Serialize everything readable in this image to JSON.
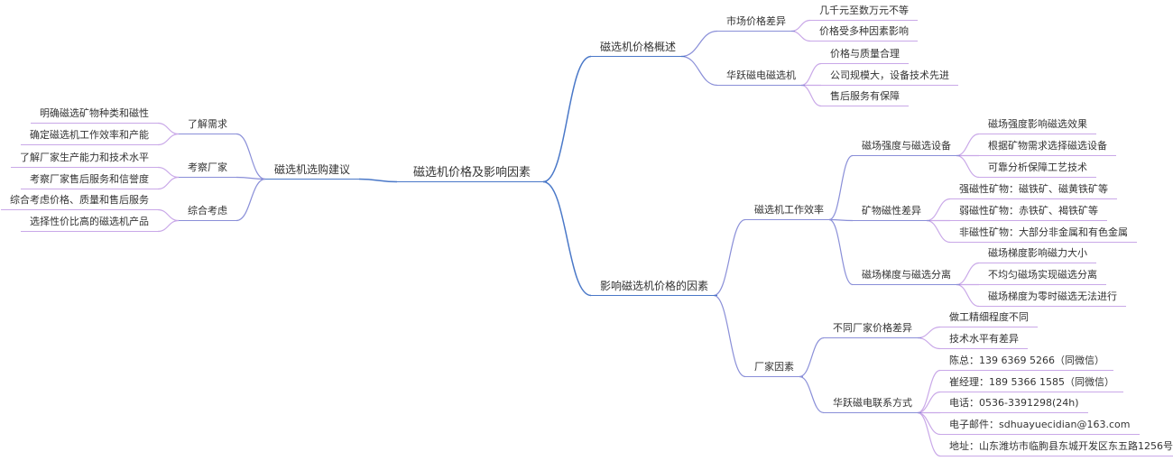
{
  "colors": {
    "level1": "#4a78c8",
    "level2": "#8a8fd8",
    "level3": "#c9a8e8",
    "text": "#333333",
    "background": "#ffffff"
  },
  "root": "磁选机价格及影响因素",
  "left": {
    "label": "磁选机选购建议",
    "children": [
      {
        "label": "了解需求",
        "children": [
          "明确磁选矿物种类和磁性",
          "确定磁选机工作效率和产能"
        ]
      },
      {
        "label": "考察厂家",
        "children": [
          "了解厂家生产能力和技术水平",
          "考察厂家售后服务和信誉度"
        ]
      },
      {
        "label": "综合考虑",
        "children": [
          "综合考虑价格、质量和售后服务",
          "选择性价比高的磁选机产品"
        ]
      }
    ]
  },
  "right": [
    {
      "label": "磁选机价格概述",
      "children": [
        {
          "label": "市场价格差异",
          "children": [
            "几千元至数万元不等",
            "价格受多种因素影响"
          ]
        },
        {
          "label": "华跃磁电磁选机",
          "children": [
            "价格与质量合理",
            "公司规模大，设备技术先进",
            "售后服务有保障"
          ]
        }
      ]
    },
    {
      "label": "影响磁选机价格的因素",
      "children": [
        {
          "label": "磁选机工作效率",
          "children": [
            {
              "label": "磁场强度与磁选设备",
              "children": [
                "磁场强度影响磁选效果",
                "根据矿物需求选择磁选设备",
                "可靠分析保障工艺技术"
              ]
            },
            {
              "label": "矿物磁性差异",
              "children": [
                "强磁性矿物：磁铁矿、磁黄铁矿等",
                "弱磁性矿物：赤铁矿、褐铁矿等",
                "非磁性矿物：大部分非金属和有色金属"
              ]
            },
            {
              "label": "磁场梯度与磁选分离",
              "children": [
                "磁场梯度影响磁力大小",
                "不均匀磁场实现磁选分离",
                "磁场梯度为零时磁选无法进行"
              ]
            }
          ]
        },
        {
          "label": "厂家因素",
          "children": [
            {
              "label": "不同厂家价格差异",
              "children": [
                "做工精细程度不同",
                "技术水平有差异"
              ]
            },
            {
              "label": "华跃磁电联系方式",
              "children": [
                "陈总：139 6369 5266（同微信）",
                "崔经理：189 5366 1585（同微信）",
                "电话：0536-3391298(24h)",
                "电子邮件：sdhuayuecidian@163.com",
                "地址：山东潍坊市临朐县东城开发区东五路1256号"
              ]
            }
          ]
        }
      ]
    }
  ]
}
